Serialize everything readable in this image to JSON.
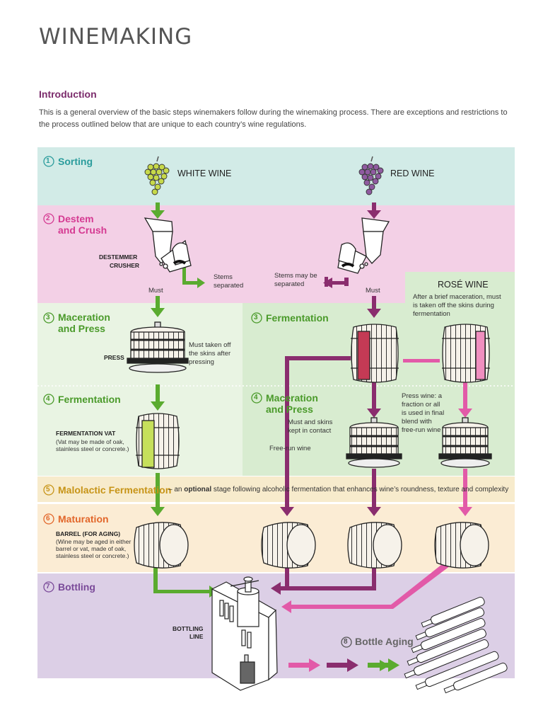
{
  "title": "WINEMAKING",
  "intro": {
    "heading": "Introduction",
    "text": "This is a general overview of the basic steps winemakers follow during the winemaking process. There are exceptions and restrictions to the process outlined below that are unique to each country’s wine regulations."
  },
  "colors": {
    "white_wine": "#5aab2f",
    "red_wine": "#8a2d6e",
    "rose_wine": "#e25aa8",
    "sorting_bg": "#d2ebe7",
    "destem_bg": "#f3d0e6",
    "maceration_bg": "#e9f4e3",
    "fermentation_bg": "#d8ecd0",
    "malolactic_bg": "#f7ebcc",
    "maturation_bg": "#fbecd4",
    "bottling_bg": "#dccfe6"
  },
  "stages": {
    "sorting": {
      "num": "1",
      "label": "Sorting"
    },
    "destem": {
      "num": "2",
      "label": "Destem and Crush"
    },
    "maceration_press_white": {
      "num": "3",
      "label": "Maceration and Press"
    },
    "fermentation_red": {
      "num": "3",
      "label": "Fermentation"
    },
    "fermentation_white": {
      "num": "4",
      "label": "Fermentation"
    },
    "maceration_press_red": {
      "num": "4",
      "label": "Maceration and Press"
    },
    "malolactic": {
      "num": "5",
      "label": "Malolactic Fermentation",
      "note_prefix": "– an ",
      "note_optional": "optional",
      "note_rest": " stage following alcoholic fermentation that enhances wine’s roundness, texture and complexity"
    },
    "maturation": {
      "num": "6",
      "label": "Maturation"
    },
    "bottling": {
      "num": "7",
      "label": "Bottling"
    },
    "bottle_aging": {
      "num": "8",
      "label": "Bottle Aging"
    }
  },
  "wines": {
    "white": "WHITE WINE",
    "red": "RED WINE",
    "rose": "ROSÉ WINE"
  },
  "captions": {
    "destemmer_1": "DESTEMMER",
    "destemmer_2": "CRUSHER",
    "stems_separated": "Stems separated",
    "stems_may": "Stems may be separated",
    "must_white": "Must",
    "must_red": "Must",
    "rose_note": "After a brief maceration, must is taken off the skins during fermentation",
    "press": "PRESS",
    "must_taken": "Must taken off the skins after pressing",
    "fermentation_vat": "FERMENTATION VAT",
    "vat_note": "(Vat may be made of oak, stainless steel or concrete.)",
    "must_skins": "Must and skins kept in contact",
    "free_run": "Free-run wine",
    "press_wine": "Press wine: a fraction or all is used in final blend with free-run wine",
    "barrel": "BARREL (FOR AGING)",
    "barrel_note": "(Wine may be aged in either barrel or vat, made of oak, stainless steel or concrete.)",
    "bottling_line_1": "BOTTLING",
    "bottling_line_2": "LINE"
  }
}
